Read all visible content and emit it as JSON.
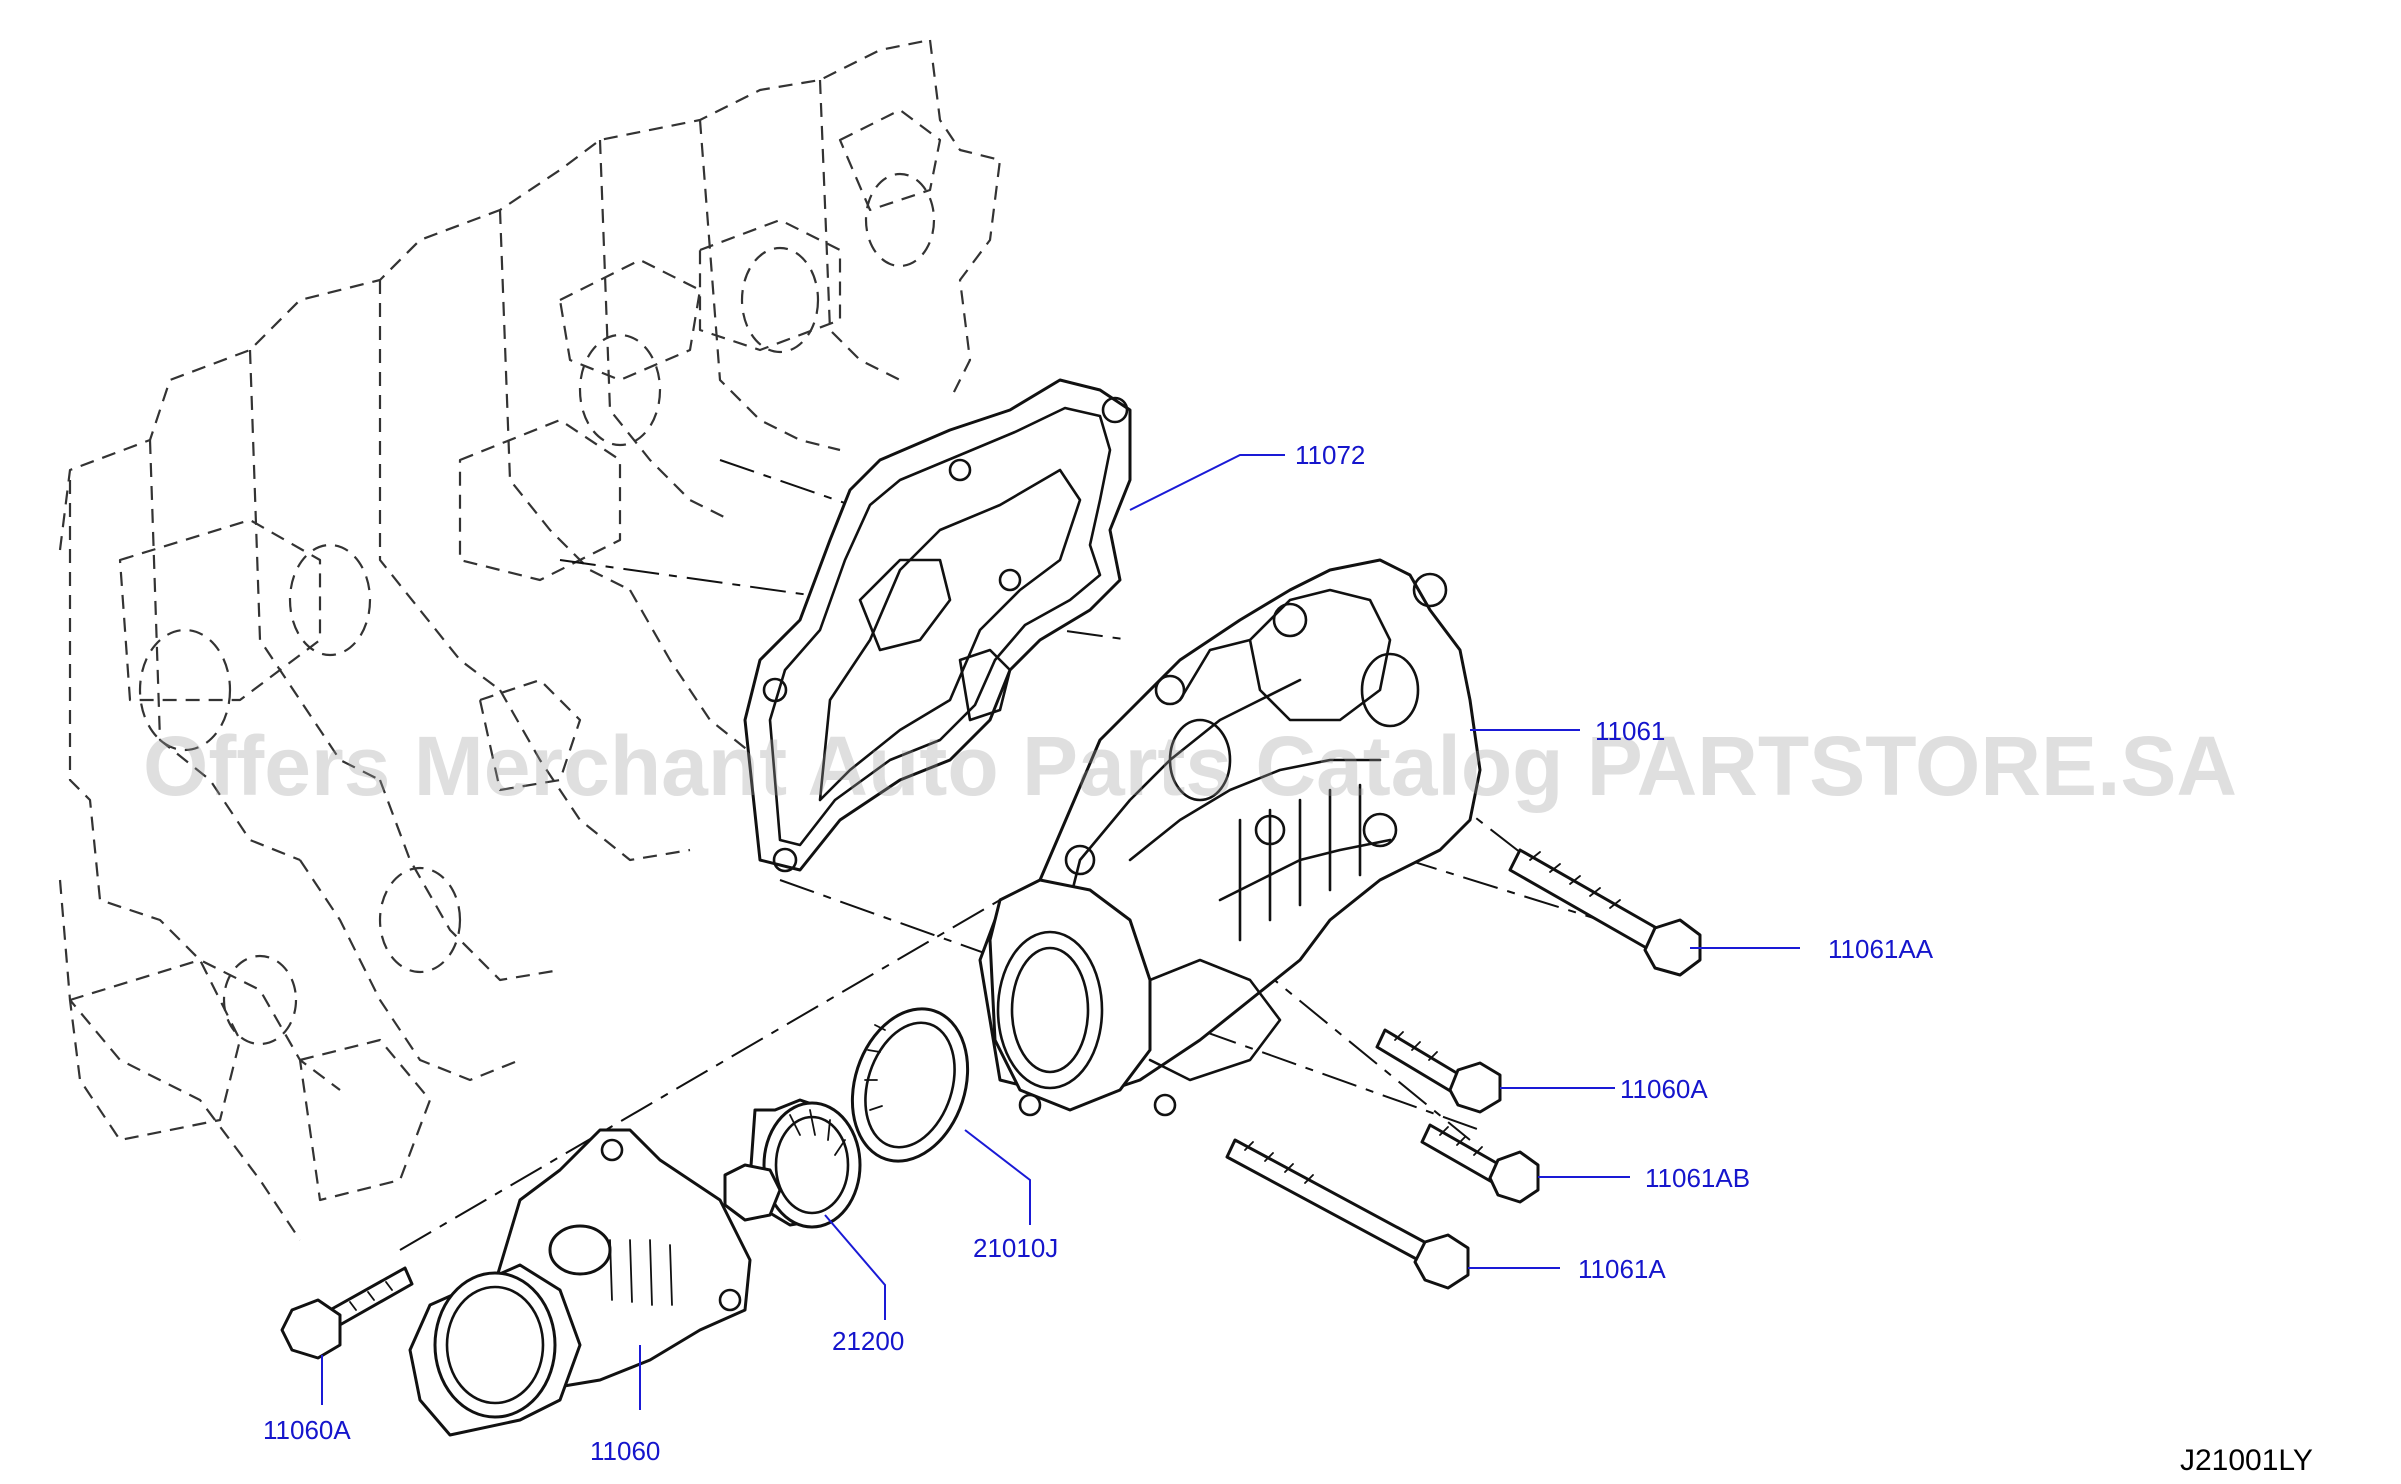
{
  "watermark": "Offers Merchant Auto Parts Catalog PARTSTORE.SA",
  "diagram_code": "J21001LY",
  "callouts": {
    "gasket": "11072",
    "housing": "11061",
    "bolt_aa": "11061AA",
    "bolt_60a_right": "11060A",
    "bolt_ab": "11061AB",
    "bolt_a": "11061A",
    "seal": "21010J",
    "thermostat": "21200",
    "water_outlet": "11060",
    "bolt_60a_left": "11060A"
  },
  "colors": {
    "callout_text": "#1515cc",
    "leader_line": "#1a1ad6",
    "line_art": "#111111",
    "watermark": "#9a9a9a"
  }
}
